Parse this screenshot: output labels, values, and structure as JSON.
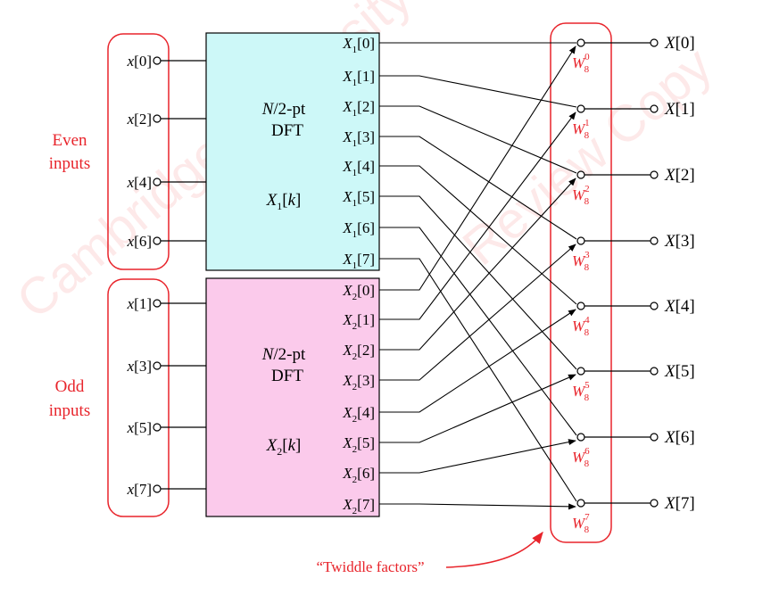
{
  "watermark": {
    "text1": "Cambridge University Press",
    "text2": "Review Copy",
    "color": "#e8242b"
  },
  "colors": {
    "dft1_fill": "#cdf8f8",
    "dft2_fill": "#fbcaeb",
    "accent_red": "#e8242b",
    "line": "#000000"
  },
  "groups": {
    "even_label_line1": "Even",
    "even_label_line2": "inputs",
    "odd_label_line1": "Odd",
    "odd_label_line2": "inputs"
  },
  "inputs": {
    "even": [
      "0",
      "2",
      "4",
      "6"
    ],
    "odd": [
      "1",
      "3",
      "5",
      "7"
    ]
  },
  "dft1": {
    "title_line1_n": "N",
    "title_line1_rest": "/2-pt",
    "title_line2": "DFT",
    "output_fn": "X",
    "output_sub": "1",
    "output_arg": "k",
    "ports": [
      "0",
      "1",
      "2",
      "3",
      "4",
      "5",
      "6",
      "7"
    ]
  },
  "dft2": {
    "title_line1_n": "N",
    "title_line1_rest": "/2-pt",
    "title_line2": "DFT",
    "output_fn": "X",
    "output_sub": "2",
    "output_arg": "k",
    "ports": [
      "0",
      "1",
      "2",
      "3",
      "4",
      "5",
      "6",
      "7"
    ]
  },
  "twiddle": {
    "base": "W",
    "sub": "8",
    "exponents": [
      "0",
      "1",
      "2",
      "3",
      "4",
      "5",
      "6",
      "7"
    ],
    "annotation": "“Twiddle factors”"
  },
  "outputs": [
    "0",
    "1",
    "2",
    "3",
    "4",
    "5",
    "6",
    "7"
  ]
}
